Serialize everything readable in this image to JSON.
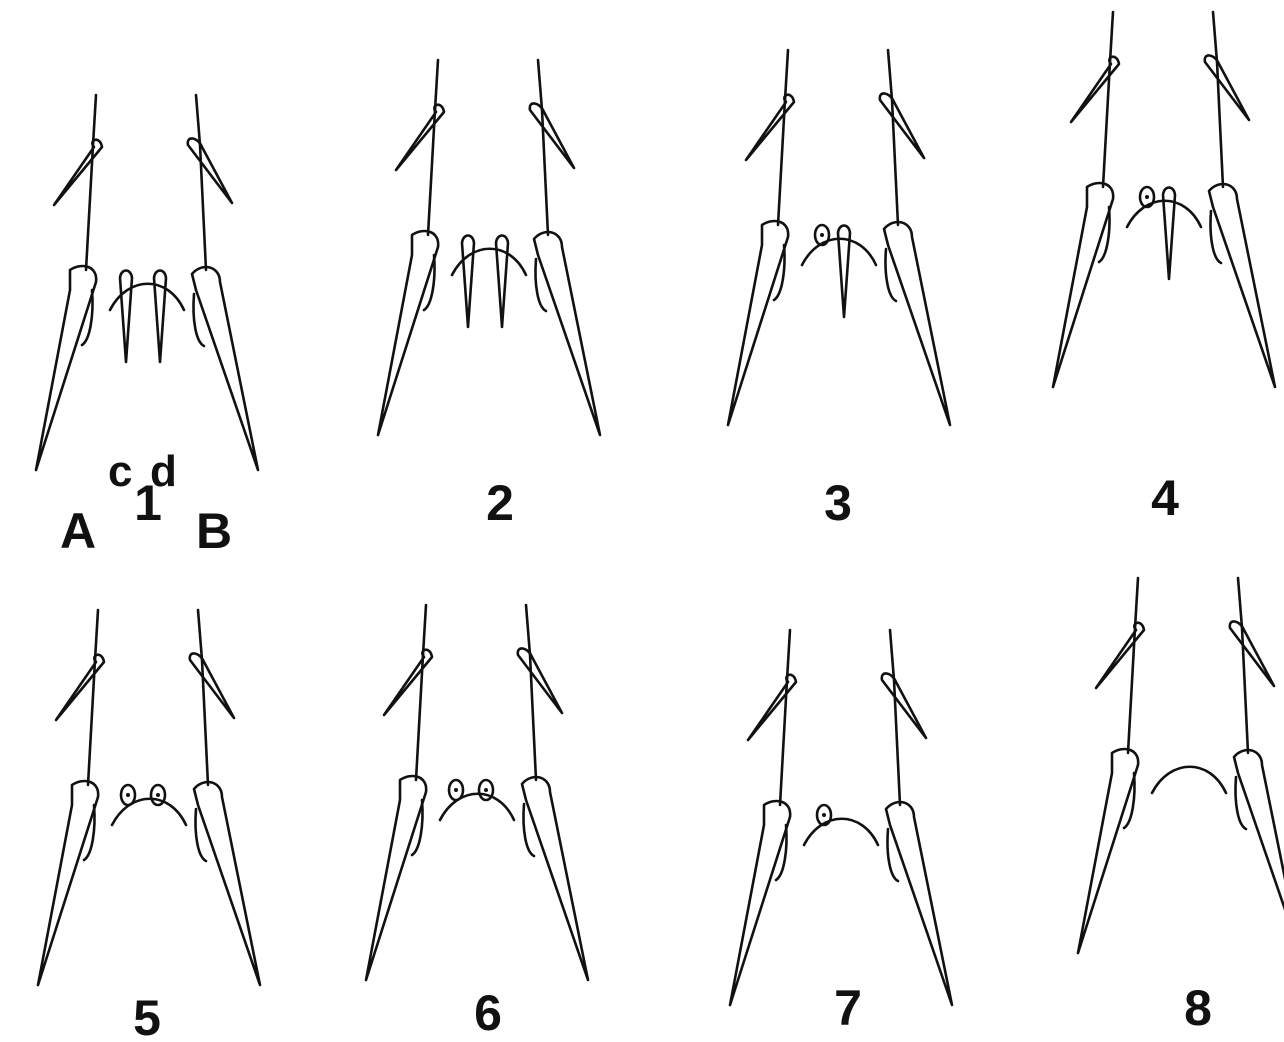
{
  "plate": {
    "figures": [
      {
        "number": "1",
        "inner_spines": 2,
        "pores": 0,
        "labels": {
          "left_outer": "A",
          "right_outer": "B",
          "left_inner": "c",
          "right_inner": "d"
        }
      },
      {
        "number": "2",
        "inner_spines": 2,
        "pores": 0
      },
      {
        "number": "3",
        "inner_spines": 1,
        "pores": 1
      },
      {
        "number": "4",
        "inner_spines": 1,
        "pores": 1
      },
      {
        "number": "5",
        "inner_spines": 0,
        "pores": 2
      },
      {
        "number": "6",
        "inner_spines": 0,
        "pores": 2
      },
      {
        "number": "7",
        "inner_spines": 0,
        "pores": 1
      },
      {
        "number": "8",
        "inner_spines": 0,
        "pores": 0
      }
    ]
  }
}
